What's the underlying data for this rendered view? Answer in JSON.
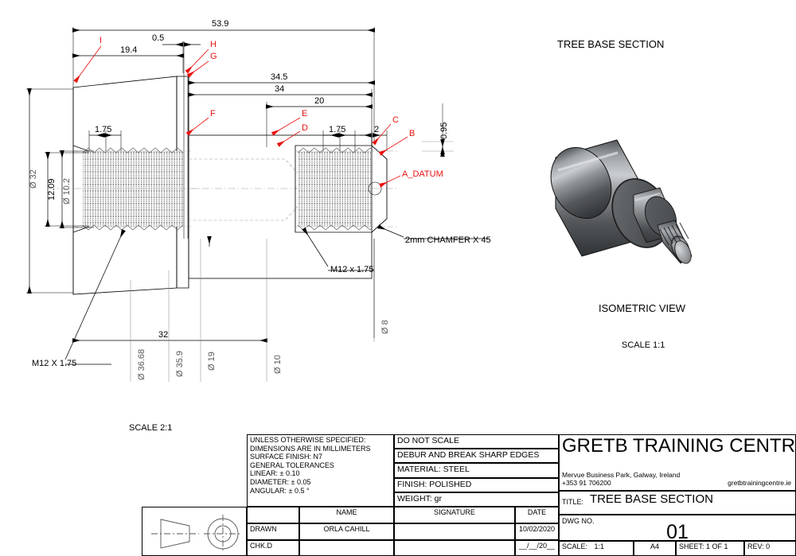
{
  "sheet": {
    "view_titles": {
      "section_title": "TREE BASE SECTION",
      "isometric_title": "ISOMETRIC VIEW",
      "isometric_scale": "SCALE 1:1",
      "section_scale": "SCALE 2:1"
    },
    "dimensions": {
      "overall_53_9": "53.9",
      "len_19_4": "19.4",
      "gap_0_5": "0.5",
      "len_34_5": "34.5",
      "len_34": "34",
      "len_20": "20",
      "pitch_left": "1.75",
      "pitch_right": "1.75",
      "chamfer_2": "2",
      "height_0_95": "0.95",
      "dia_32": "Ø 32",
      "depth_12_09": "12.09",
      "dia_10_2": "Ø 10.2",
      "len_32": "32",
      "dia_36_68": "Ø 36.68",
      "dia_35_9": "Ø 35.9",
      "dia_19": "Ø 19",
      "dia_10": "Ø 10",
      "dia_8": "Ø 8"
    },
    "balloons": [
      "I",
      "H",
      "G",
      "F",
      "E",
      "D",
      "C",
      "B"
    ],
    "datum": "A_DATUM",
    "notes": {
      "thread_left": "M12 X 1.75",
      "thread_right": "M12 x 1.75",
      "chamfer_note": "2mm CHAMFER X 45"
    }
  },
  "title_block": {
    "specs_block": {
      "line1": "UNLESS OTHERWISE SPECIFIED:",
      "line2": "DIMENSIONS ARE IN MILLIMETERS",
      "line3": "SURFACE FINISH: N7",
      "line4": "GENERAL TOLERANCES",
      "line5": "LINEAR: ± 0.10",
      "line6": "DIAMETER: ± 0.05",
      "line7": "ANGULAR: ± 0.5 °"
    },
    "process_rows": [
      "DO NOT SCALE",
      "DEBUR AND BREAK SHARP EDGES",
      "MATERIAL: STEEL",
      "FINISH:   POLISHED",
      "WEIGHT:     gr"
    ],
    "company": {
      "name": "GRETB TRAINING CENTRE",
      "address": "Mervue Business Park, Galway, Ireland",
      "phone": "+353 91 706200",
      "website": "gretbtrainingcentre.ie"
    },
    "title_label": "TITLE:",
    "title_value": "TREE BASE SECTION",
    "dwg_label": "DWG NO.",
    "dwg_value": "01",
    "scale_label": "SCALE:",
    "scale_value": "1:1",
    "size_value": "A4",
    "sheet_value": "SHEET: 1 OF 1",
    "rev_value": "REV: 0",
    "columns": {
      "blank": "",
      "name": "NAME",
      "signature": "SIGNATURE",
      "date": "DATE"
    },
    "rows": [
      {
        "role": "DRAWN",
        "name": "ORLA CAHILL",
        "signature": "",
        "date": "10/02/2020"
      },
      {
        "role": "CHK.D",
        "name": "",
        "signature": "",
        "date": "__/__/20__"
      }
    ]
  },
  "colors": {
    "annotation_red": "#e8130f",
    "line_black": "#000000",
    "thin_grey": "#8a8a8a",
    "metal_light": "#b9bcc0",
    "metal_mid": "#6e7276",
    "metal_dark": "#3a3d40"
  }
}
